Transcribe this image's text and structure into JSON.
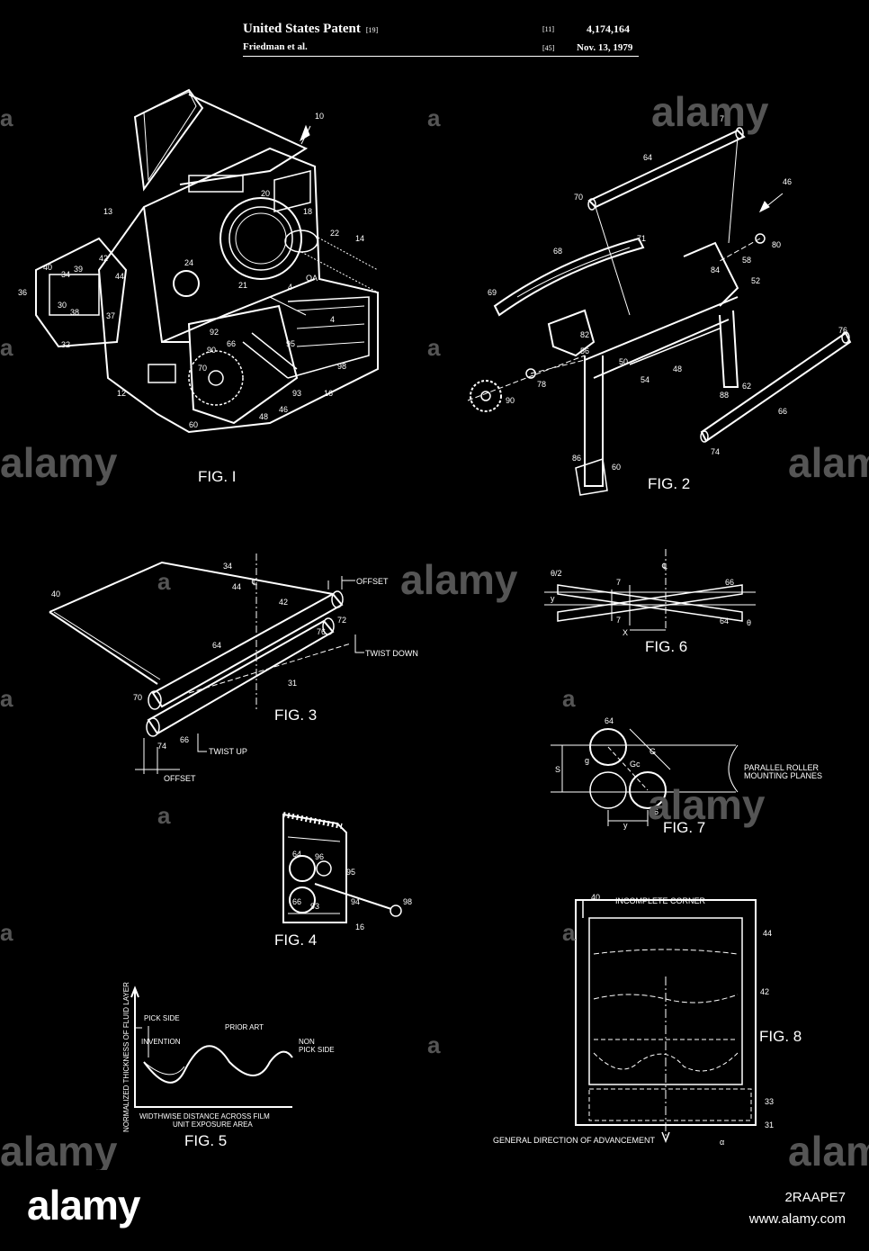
{
  "header": {
    "title": "United States Patent",
    "title_code": "[19]",
    "authors": "Friedman et al.",
    "code_11": "[11]",
    "patent_number": "4,174,164",
    "code_45": "[45]",
    "date": "Nov. 13, 1979"
  },
  "figures": {
    "fig1": "FIG. I",
    "fig2": "FIG. 2",
    "fig3": "FIG. 3",
    "fig4": "FIG. 4",
    "fig5": "FIG. 5",
    "fig6": "FIG. 6",
    "fig7": "FIG. 7",
    "fig8": "FIG. 8"
  },
  "annotations": {
    "offset": "OFFSET",
    "twist_down": "TWIST DOWN",
    "twist_up": "TWIST UP",
    "pick_side": "PICK SIDE",
    "invention": "INVENTION",
    "prior_art": "PRIOR ART",
    "non": "NON",
    "pick_side_2": "PICK SIDE",
    "y_axis": "NORMALIZED THICKNESS OF FLUID LAYER",
    "x_axis_1": "WIDTHWISE DISTANCE ACROSS FILM",
    "x_axis_2": "UNIT EXPOSURE AREA",
    "parallel_1": "PARALLEL ROLLER",
    "parallel_2": "MOUNTING PLANES",
    "incomplete_corner": "INCOMPLETE CORNER",
    "general_direction": "GENERAL DIRECTION OF ADVANCEMENT"
  },
  "watermark": {
    "word": "alamy",
    "letter": "a"
  },
  "branding": {
    "logo": "alamy",
    "image_id": "2RAAPE7",
    "url": "www.alamy.com"
  }
}
